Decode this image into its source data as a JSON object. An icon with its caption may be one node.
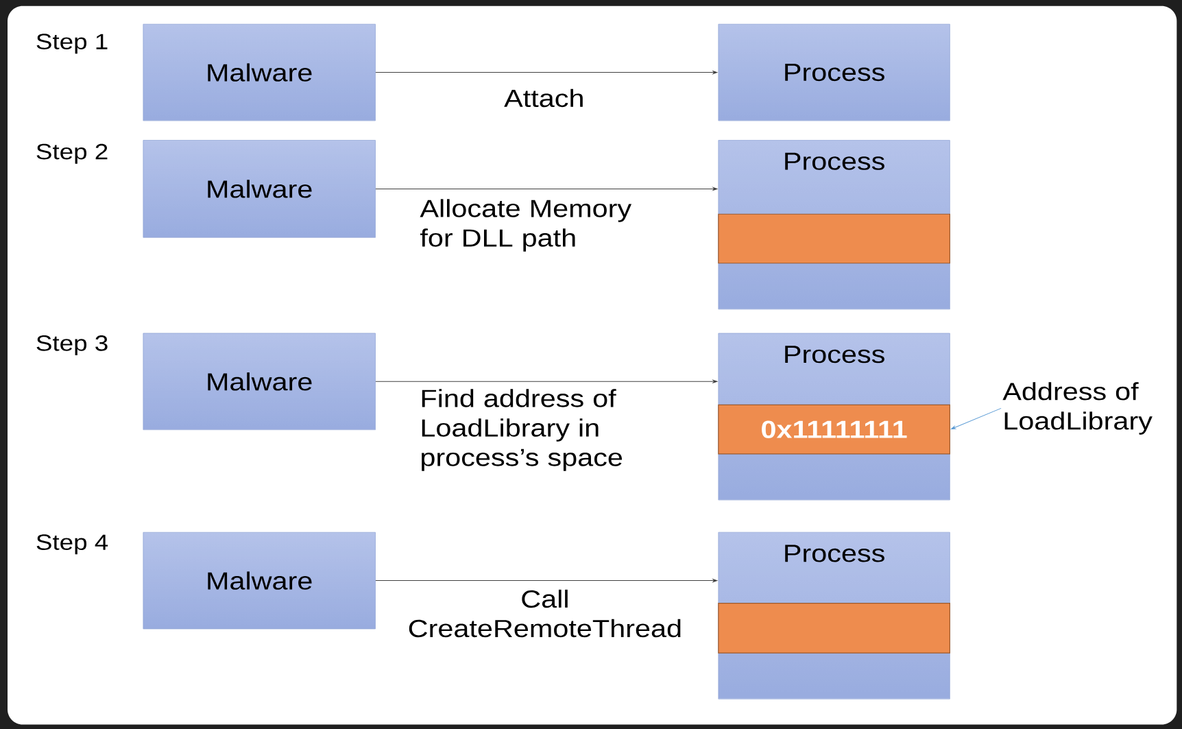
{
  "diagram": {
    "nodes": [
      {
        "text": [
          "Malware"
        ]
      },
      {
        "text": [
          "Process"
        ]
      },
      {
        "text": [
          "Malware"
        ]
      },
      {
        "text": [
          "Process"
        ]
      },
      {
        "text": [],
        "shape": "box",
        "in": 3
      },
      {
        "text": [
          "Malware"
        ]
      },
      {
        "text": [
          "Process"
        ]
      },
      {
        "text": [
          "0x11111111"
        ],
        "in": 6
      },
      {
        "text": [
          "Malware"
        ]
      },
      {
        "text": [
          "Process"
        ]
      },
      {
        "text": [],
        "shape": "box",
        "in": 9
      },
      {
        "text": [
          "Address of LoadLibrary"
        ]
      }
    ],
    "edges": [
      {
        "from": 0,
        "to": 1,
        "arrow": "to",
        "label": "Attach"
      },
      {
        "from": 2,
        "to": 3,
        "arrow": "to",
        "label": "Allocate Memory for DLL path"
      },
      {
        "from": 5,
        "to": 6,
        "arrow": "to",
        "label": "Find address of LoadLibrary in process’s space"
      },
      {
        "from": 8,
        "to": 9,
        "arrow": "to",
        "label": "Call CreateRemoteThread"
      },
      {
        "from": 11,
        "to": 7,
        "arrow": "to",
        "color": "#5b9bd5"
      }
    ],
    "labels": [
      "Step 1",
      "Step 2",
      "Step 3",
      "Step 4"
    ]
  }
}
